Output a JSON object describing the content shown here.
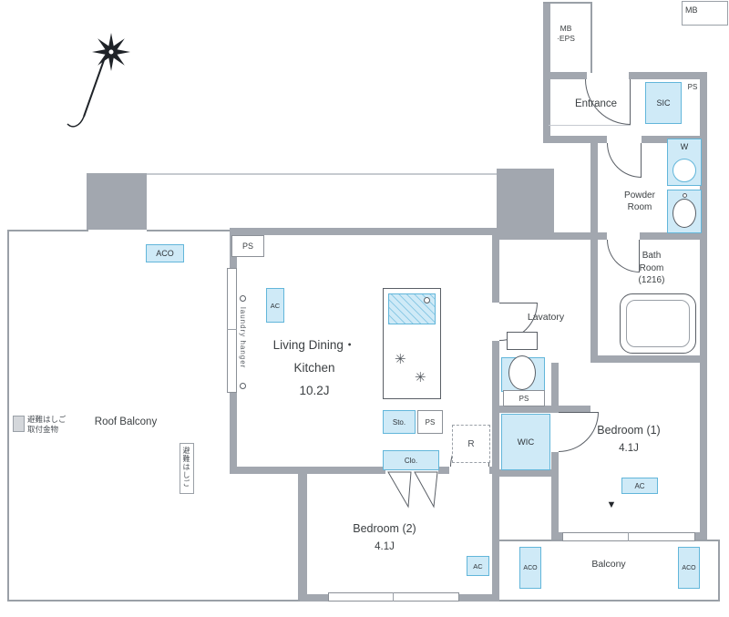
{
  "colors": {
    "wall": "#a2a7af",
    "line": "#5a5f66",
    "fixture_fill": "#cfeaf7",
    "fixture_border": "#62b6da",
    "text": "#3c4043"
  },
  "icons": {
    "burner": "✳",
    "window_marker": "▼"
  },
  "shafts": {
    "mb": "MB",
    "mb_eps_line1": "MB",
    "mb_eps_line2": "·EPS",
    "ps_entrance": "PS",
    "ps_lavatory": "PS",
    "ps_ldk": "PS",
    "ps_closet": "PS"
  },
  "rooms": {
    "entrance": {
      "label": "Entrance"
    },
    "powder": {
      "line1": "Powder",
      "line2": "Room"
    },
    "bath": {
      "line1": "Bath",
      "line2": "Room",
      "line3": "(1216)"
    },
    "lavatory": {
      "label": "Lavatory"
    },
    "ldk": {
      "line1": "Living Dining・",
      "line2": "Kitchen",
      "size": "10.2J"
    },
    "bedroom1": {
      "label": "Bedroom (1)",
      "size": "4.1J"
    },
    "bedroom2": {
      "label": "Bedroom (2)",
      "size": "4.1J"
    },
    "roof_balcony": {
      "label": "Roof Balcony"
    },
    "balcony": {
      "label": "Balcony"
    }
  },
  "fixtures": {
    "sic": "SIC",
    "washer": "W",
    "wic": "WIC",
    "sto": "Sto.",
    "clo": "Clo.",
    "fridge": "R",
    "ac_ldk": "AC",
    "ac_bedroom1": "AC",
    "ac_bedroom2": "AC",
    "aco_roof": "ACO",
    "aco_balcony_left": "ACO",
    "aco_balcony_right": "ACO"
  },
  "annotations": {
    "laundry_hanger": "laundry hanger",
    "escape_hatch_line1": "避難はしご",
    "escape_hatch_line2": "取付金物",
    "escape_ladder": "避難はしご"
  }
}
